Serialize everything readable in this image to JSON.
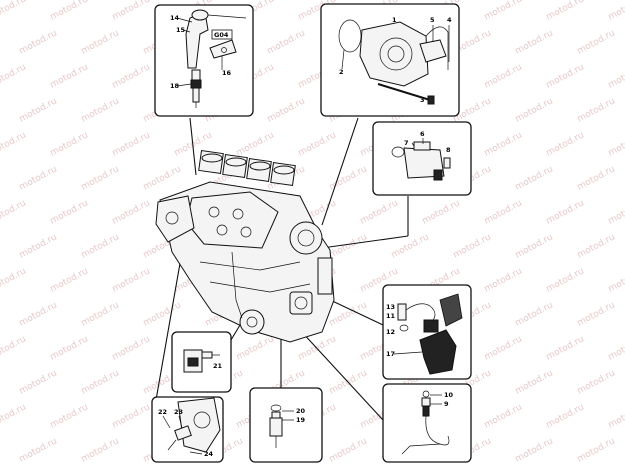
{
  "watermark": "motod.ru",
  "badge_g04": "G04",
  "callouts": {
    "p1": "1",
    "p2": "2",
    "p3": "3",
    "p4": "4",
    "p5": "5",
    "p6": "6",
    "p7": "7",
    "p8": "8",
    "p9": "9",
    "p10": "10",
    "p11": "11",
    "p12": "12",
    "p13": "13",
    "p14": "14",
    "p15": "15",
    "p16": "16",
    "p17": "17",
    "p18": "18",
    "p19": "19",
    "p20": "20",
    "p21": "21",
    "p22": "22",
    "p23": "23",
    "p24": "24"
  }
}
